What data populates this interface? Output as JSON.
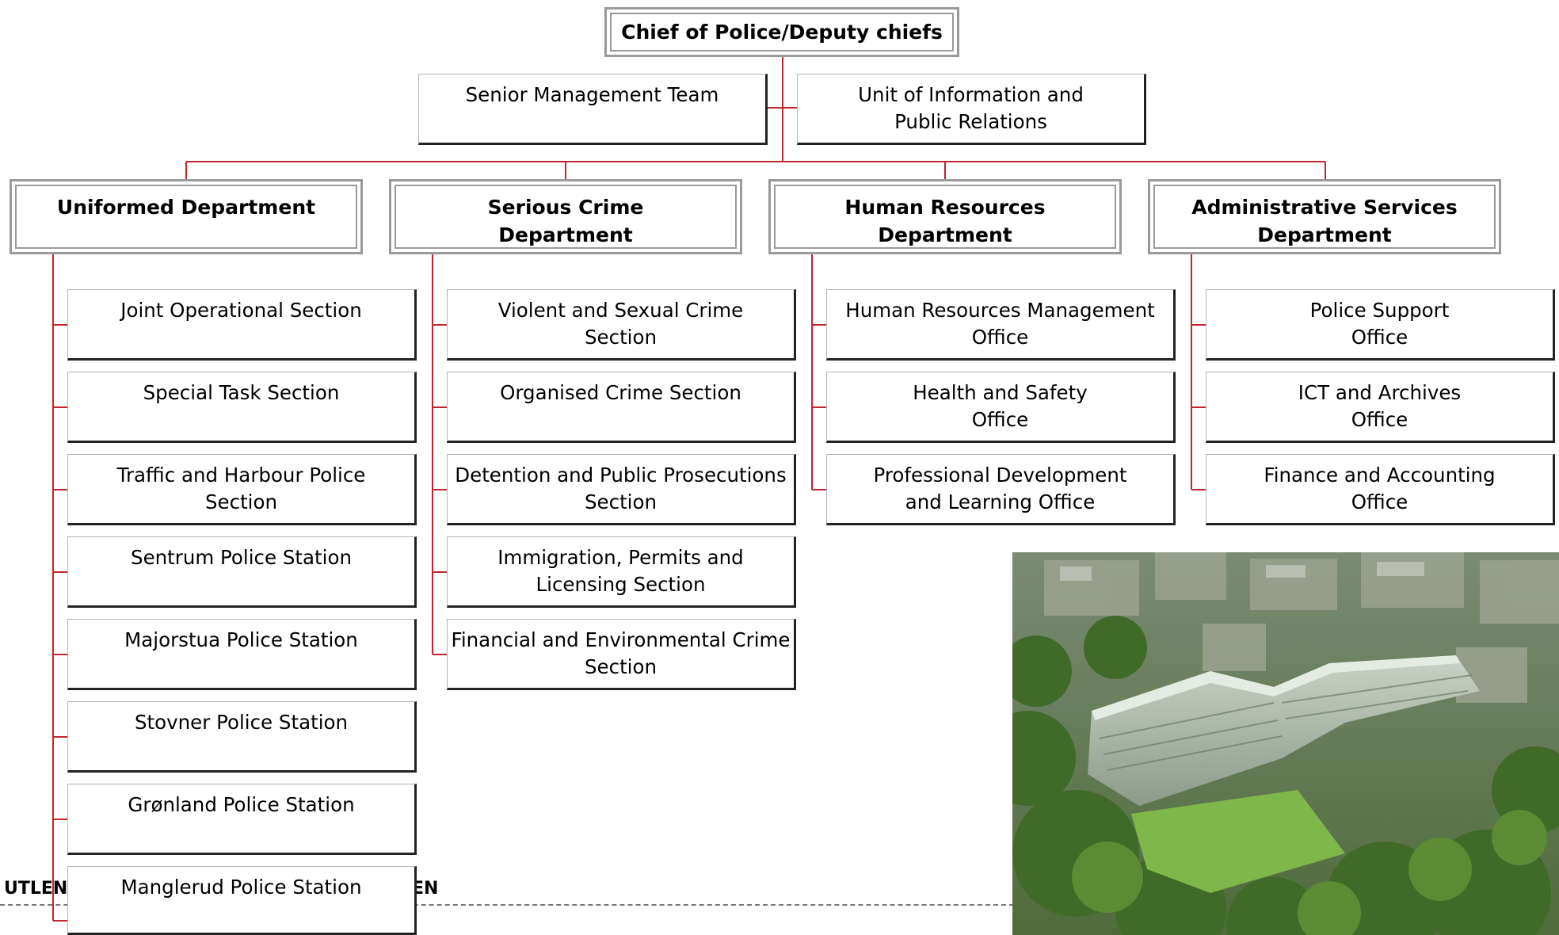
{
  "top": {
    "label": "Chief of Police/Deputy chiefs"
  },
  "staff": [
    {
      "label": "Senior Management Team"
    },
    {
      "label": "Unit of Information and\nPublic Relations"
    }
  ],
  "departments": [
    {
      "label": "Uniformed Department",
      "units": [
        "Joint Operational Section",
        "Special Task Section",
        "Traffic and Harbour Police\nSection",
        "Sentrum Police Station",
        "Majorstua Police Station",
        "Stovner Police Station",
        "Grønland Police Station",
        "Manglerud Police Station"
      ]
    },
    {
      "label": "Serious Crime\nDepartment",
      "units": [
        "Violent and Sexual Crime\nSection",
        "Organised Crime Section",
        "Detention and Public Prosecutions\nSection",
        "Immigration, Permits and\nLicensing Section",
        "Financial and Environmental Crime\nSection"
      ]
    },
    {
      "label": "Human Resources\nDepartment",
      "units": [
        "Human Resources Management\nOffice",
        "Health and Safety\nOffice",
        "Professional Development\nand Learning Office"
      ]
    },
    {
      "label": "Administrative Services\nDepartment",
      "units": [
        "Police Support\nOffice",
        "ICT and Archives\nOffice",
        "Finance and Accounting\nOffice"
      ]
    }
  ],
  "footer": {
    "left": "UTLEN",
    "right": "EN"
  },
  "colors": {
    "connector": "#c0262d",
    "box_shadow": "#222222"
  },
  "photo": {
    "icon": "aerial-building-photo"
  }
}
